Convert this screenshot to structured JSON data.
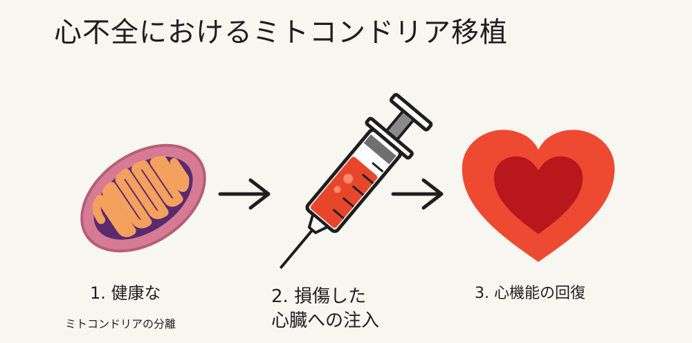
{
  "title": "心不全におけるミトコンドリア移植",
  "steps": [
    {
      "line1": "1. 健康な",
      "line2": "ミトコンドリアの分離",
      "icon": "mitochondria-icon"
    },
    {
      "line1": "2. 損傷した",
      "line2": "心臓への注入",
      "icon": "syringe-icon"
    },
    {
      "line1": "3. 心機能の回復",
      "icon": "heart-icon"
    }
  ],
  "colors": {
    "mito_outer": "#d77b94",
    "mito_inner": "#5a2a6e",
    "mito_cristae": "#f4a15d",
    "liquid": "#e8462b",
    "heart_outer": "#ee4a32",
    "heart_inner": "#b8181c",
    "ink": "#1e1e1e"
  }
}
